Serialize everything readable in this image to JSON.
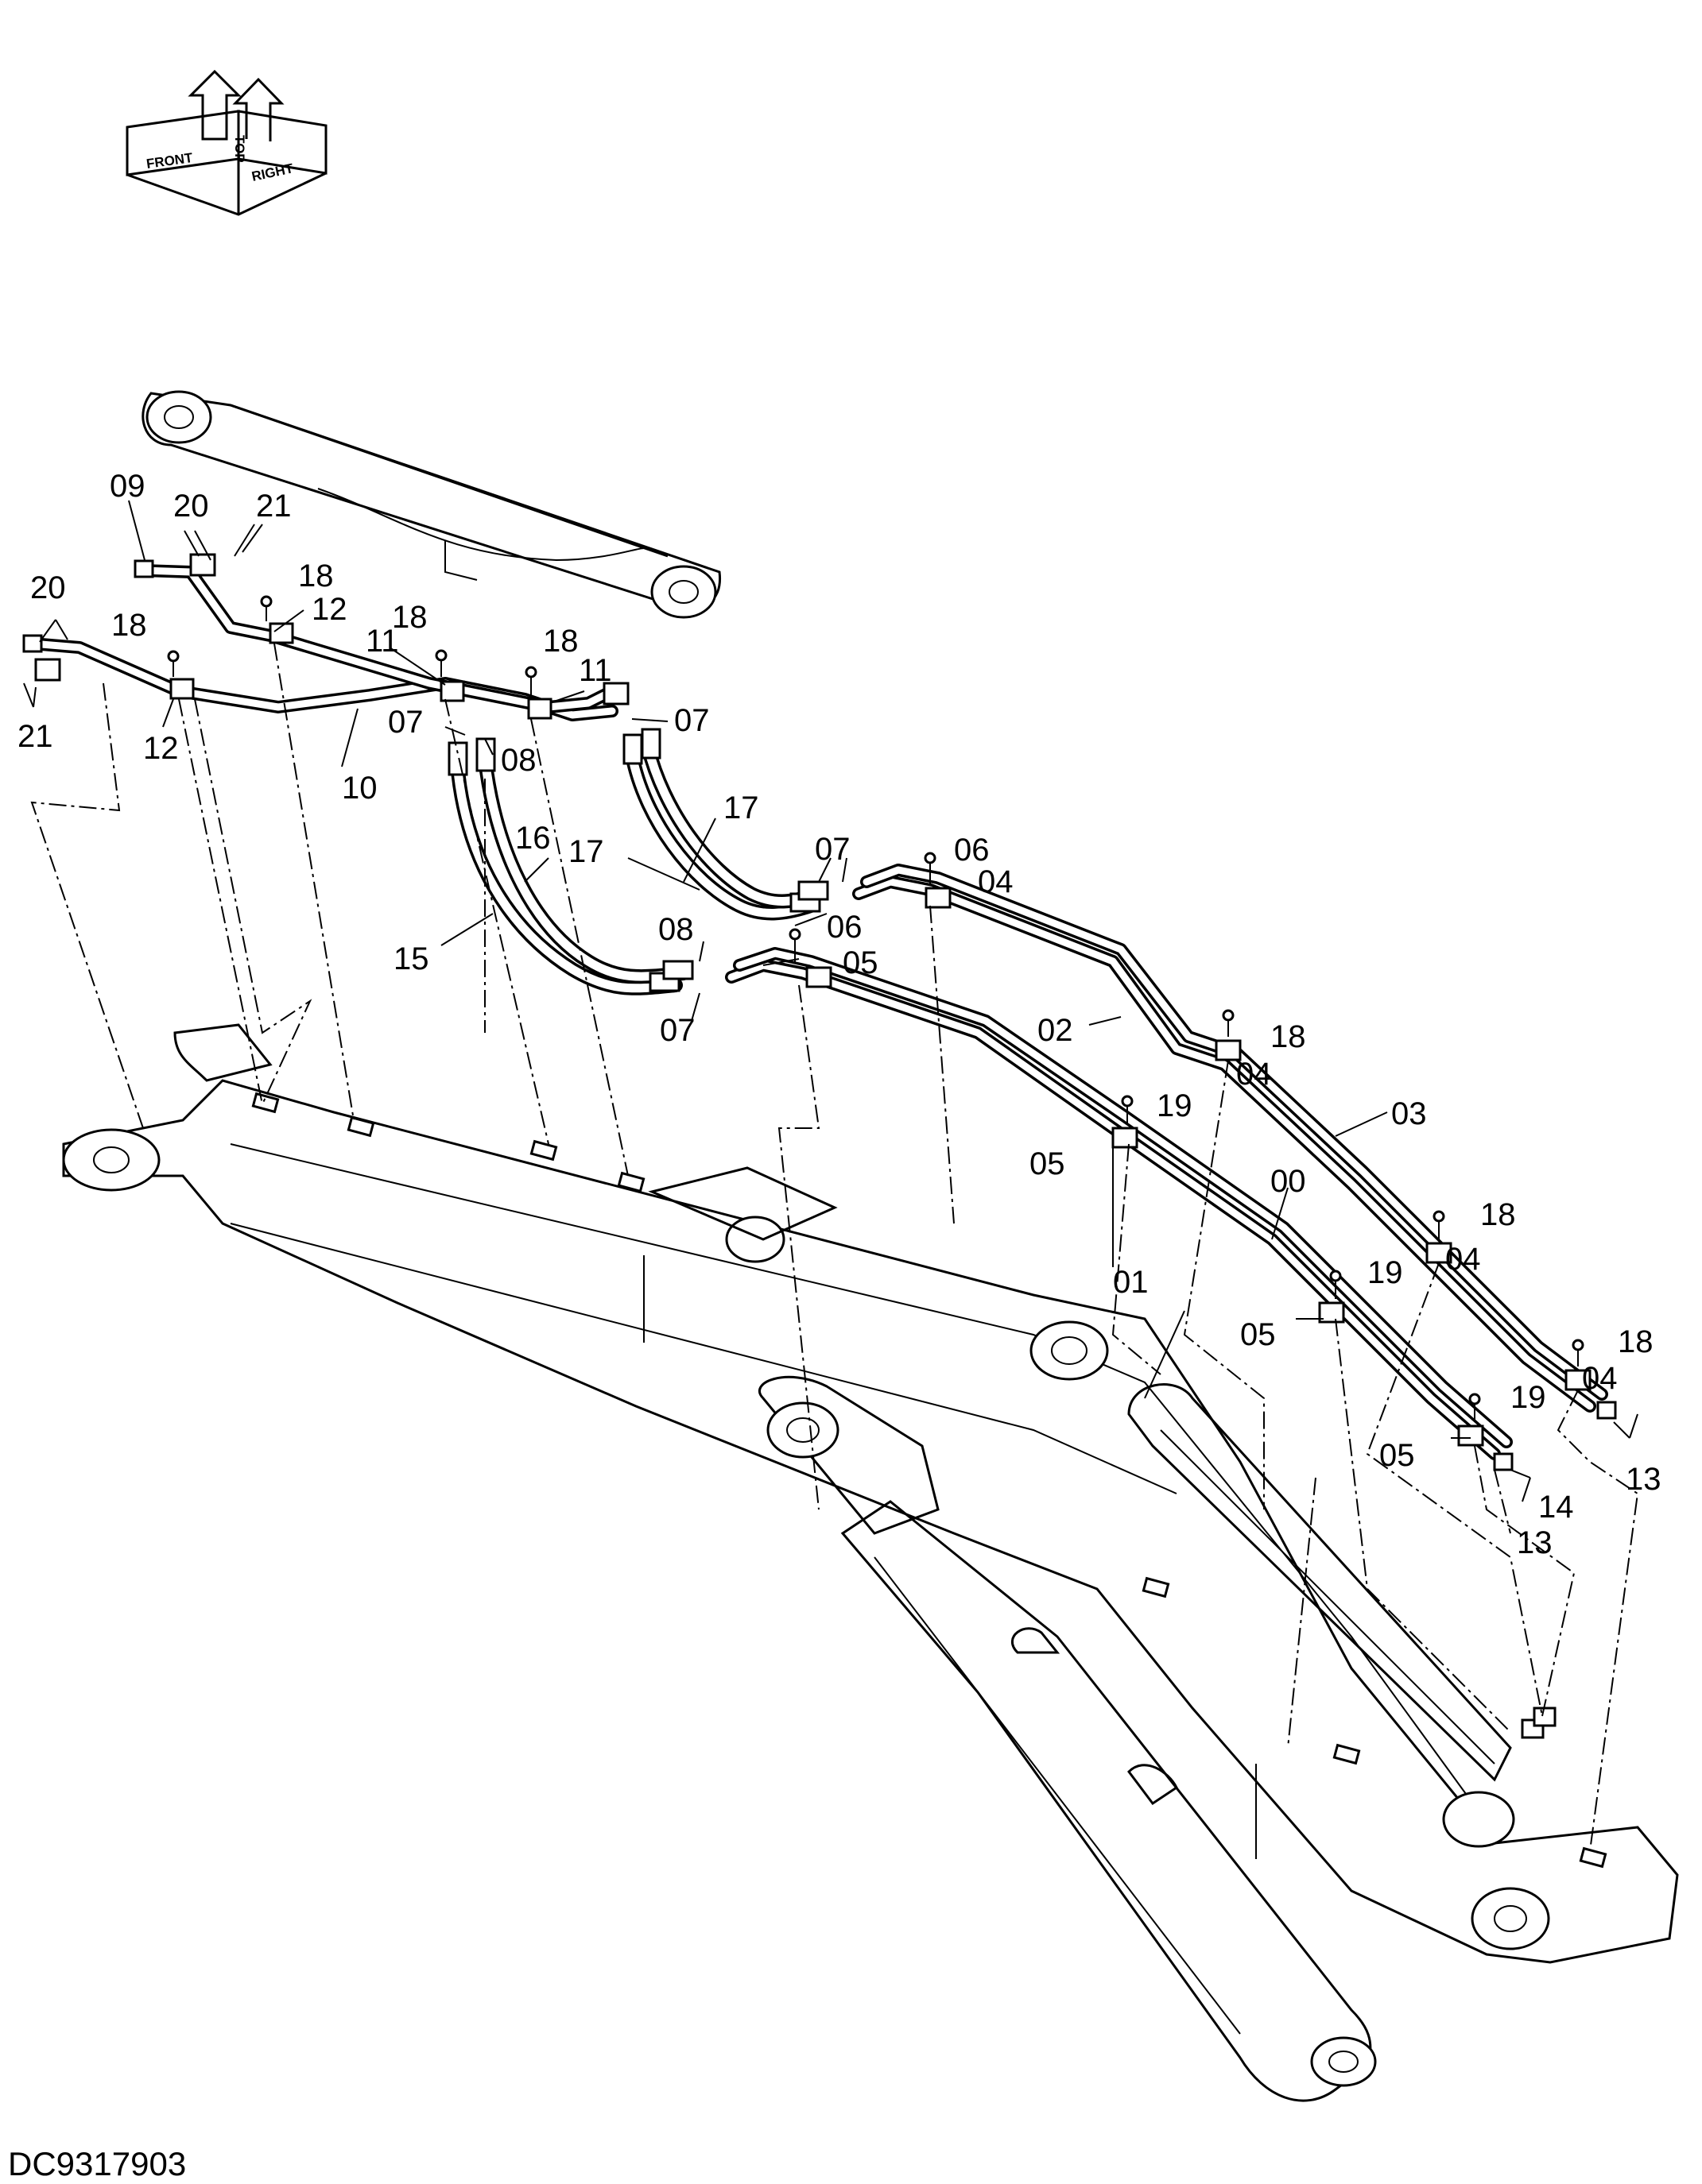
{
  "drawing_code": "DC9317903",
  "orientation_indicator": {
    "top_label": "TOP",
    "front_label": "FRONT",
    "right_label": "RIGHT"
  },
  "callouts": {
    "c00": "00",
    "c01": "01",
    "c02": "02",
    "c03": "03",
    "c04a": "04",
    "c04b": "04",
    "c04c": "04",
    "c04d": "04",
    "c05a": "05",
    "c05b": "05",
    "c05c": "05",
    "c05d": "05",
    "c06a": "06",
    "c06b": "06",
    "c07a": "07",
    "c07b": "07",
    "c07c": "07",
    "c07d": "07",
    "c08a": "08",
    "c08b": "08",
    "c09": "09",
    "c10": "10",
    "c11a": "11",
    "c11b": "11",
    "c12a": "12",
    "c12b": "12",
    "c13a": "13",
    "c13b": "13",
    "c14": "14",
    "c15": "15",
    "c16": "16",
    "c17a": "17",
    "c17b": "17",
    "c18a": "18",
    "c18b": "18",
    "c18c": "18",
    "c18d": "18",
    "c18e": "18",
    "c18f": "18",
    "c18g": "18",
    "c19a": "19",
    "c19b": "19",
    "c19c": "19",
    "c20a": "20",
    "c20b": "20",
    "c21a": "21",
    "c21b": "21"
  }
}
